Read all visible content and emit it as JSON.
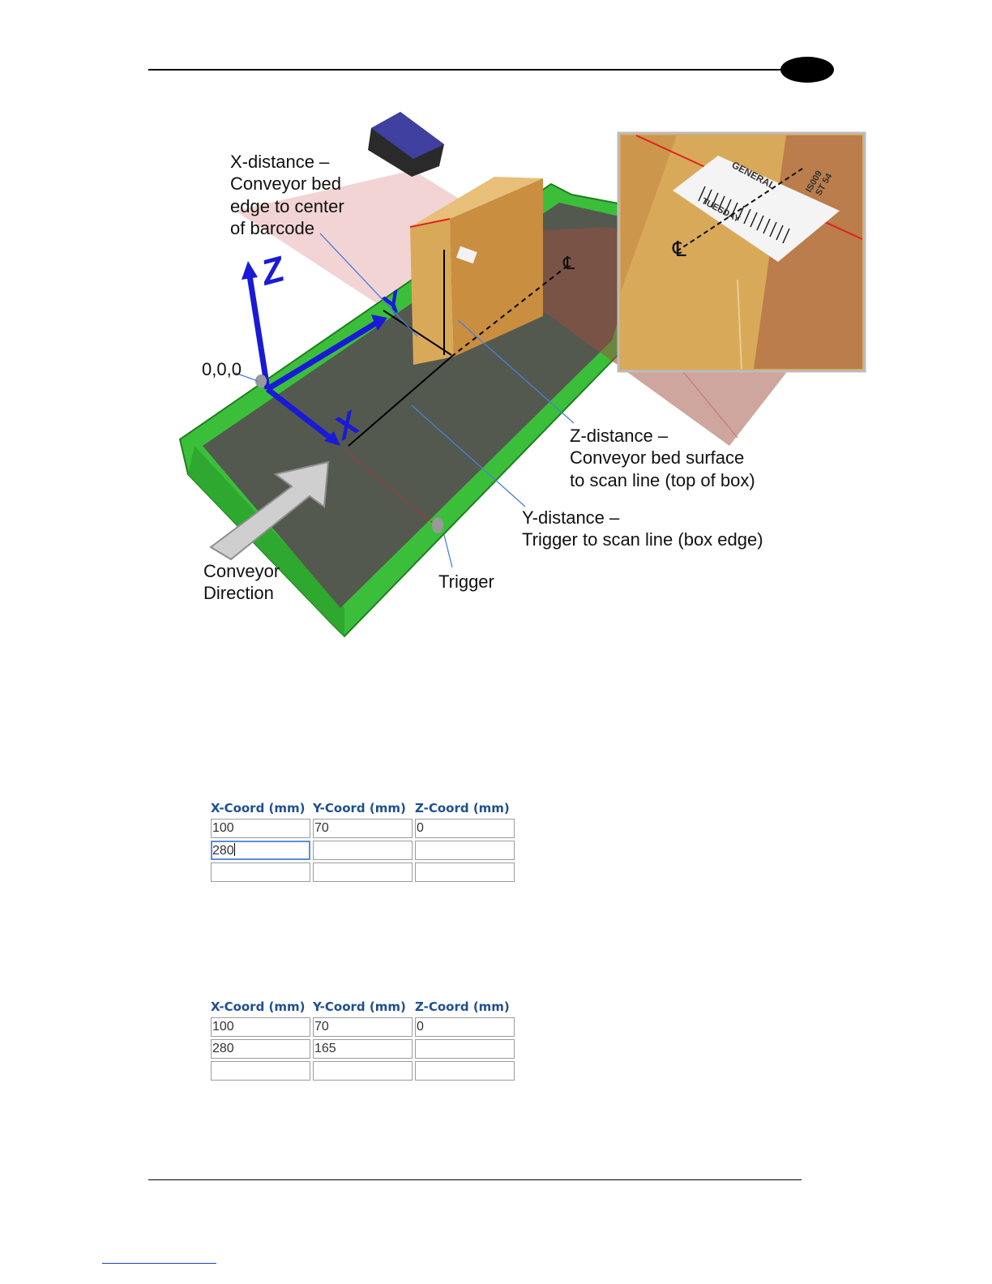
{
  "figure": {
    "labels": {
      "x_distance": [
        "X-distance –",
        "Conveyor bed",
        "edge to center",
        "of barcode"
      ],
      "z_distance": [
        "Z-distance –",
        "Conveyor bed surface",
        "to scan line (top of box)"
      ],
      "y_distance": [
        "Y-distance –",
        "Trigger to scan line (box edge)"
      ],
      "origin": "0,0,0",
      "conveyor_direction": [
        "Conveyor",
        "Direction"
      ],
      "trigger": "Trigger",
      "axis_x": "X",
      "axis_y": "Y",
      "axis_z": "Z",
      "centerline": "℄",
      "inset_centerline": "℄"
    },
    "inset_label": {
      "line1": "GENERAL",
      "line2": "TUESDAY",
      "code1": "IS009",
      "code2": "ST 54"
    },
    "colors": {
      "conveyor_frame": "#3bbf3b",
      "belt": "#54594f",
      "box": "#d9a95a",
      "scan_beam": "#e6a3a3",
      "axis": "#1a1ad6",
      "scan_line": "#e02020"
    }
  },
  "tables": [
    {
      "headers": [
        "X-Coord (mm)",
        "Y-Coord (mm)",
        "Z-Coord (mm)"
      ],
      "rows": [
        [
          "100",
          "70",
          "0"
        ],
        [
          "280",
          "",
          ""
        ],
        [
          "",
          "",
          ""
        ]
      ]
    },
    {
      "headers": [
        "X-Coord (mm)",
        "Y-Coord (mm)",
        "Z-Coord (mm)"
      ],
      "rows": [
        [
          "100",
          "70",
          "0"
        ],
        [
          "280",
          "165",
          ""
        ],
        [
          "",
          "",
          ""
        ]
      ]
    }
  ]
}
